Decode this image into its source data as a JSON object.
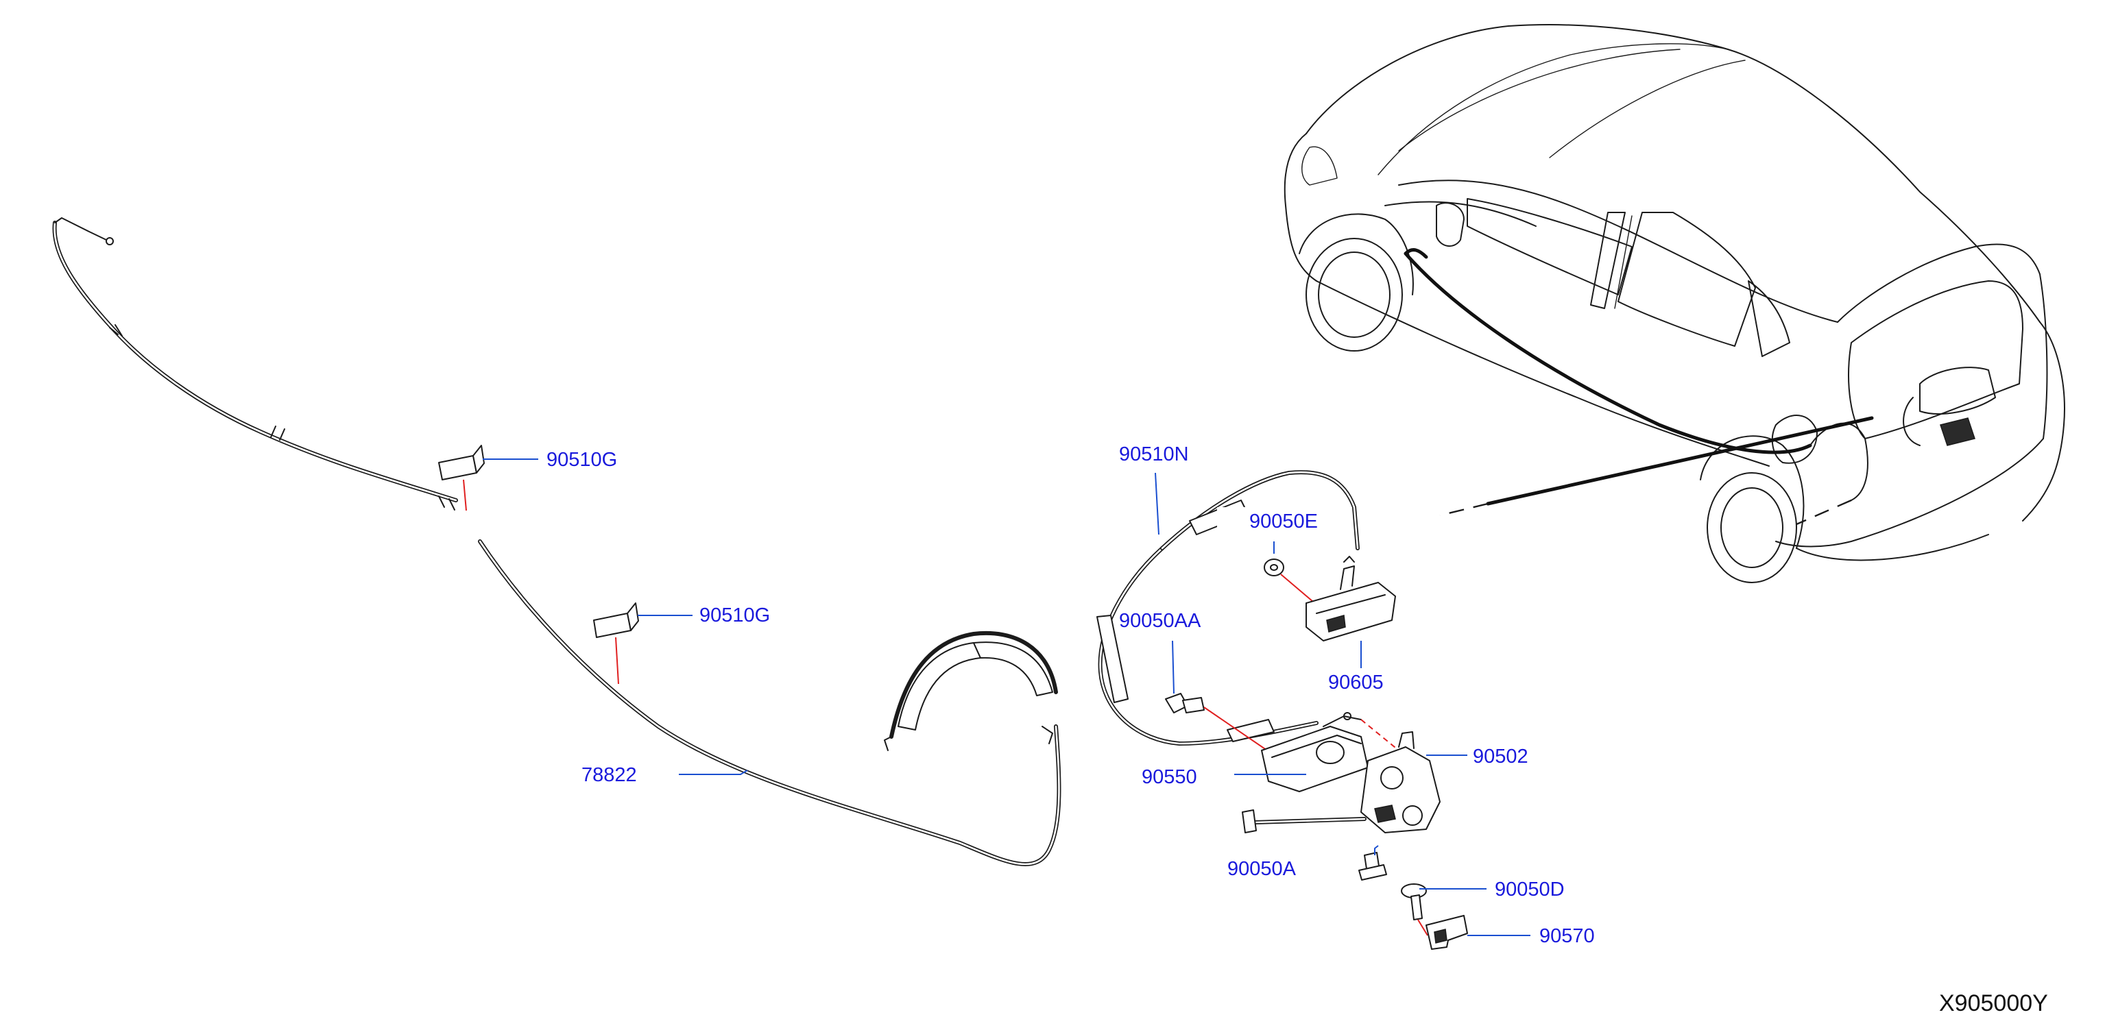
{
  "diagram": {
    "code": "X905000Y",
    "labels": [
      {
        "id": "90510G_a",
        "text": "90510G"
      },
      {
        "id": "90510G_b",
        "text": "90510G"
      },
      {
        "id": "78822",
        "text": "78822"
      },
      {
        "id": "90510N",
        "text": "90510N"
      },
      {
        "id": "90050E",
        "text": "90050E"
      },
      {
        "id": "90050AA",
        "text": "90050AA"
      },
      {
        "id": "90605",
        "text": "90605"
      },
      {
        "id": "90502",
        "text": "90502"
      },
      {
        "id": "90550",
        "text": "90550"
      },
      {
        "id": "90050A",
        "text": "90050A"
      },
      {
        "id": "90050D",
        "text": "90050D"
      },
      {
        "id": "90570",
        "text": "90570"
      }
    ]
  }
}
